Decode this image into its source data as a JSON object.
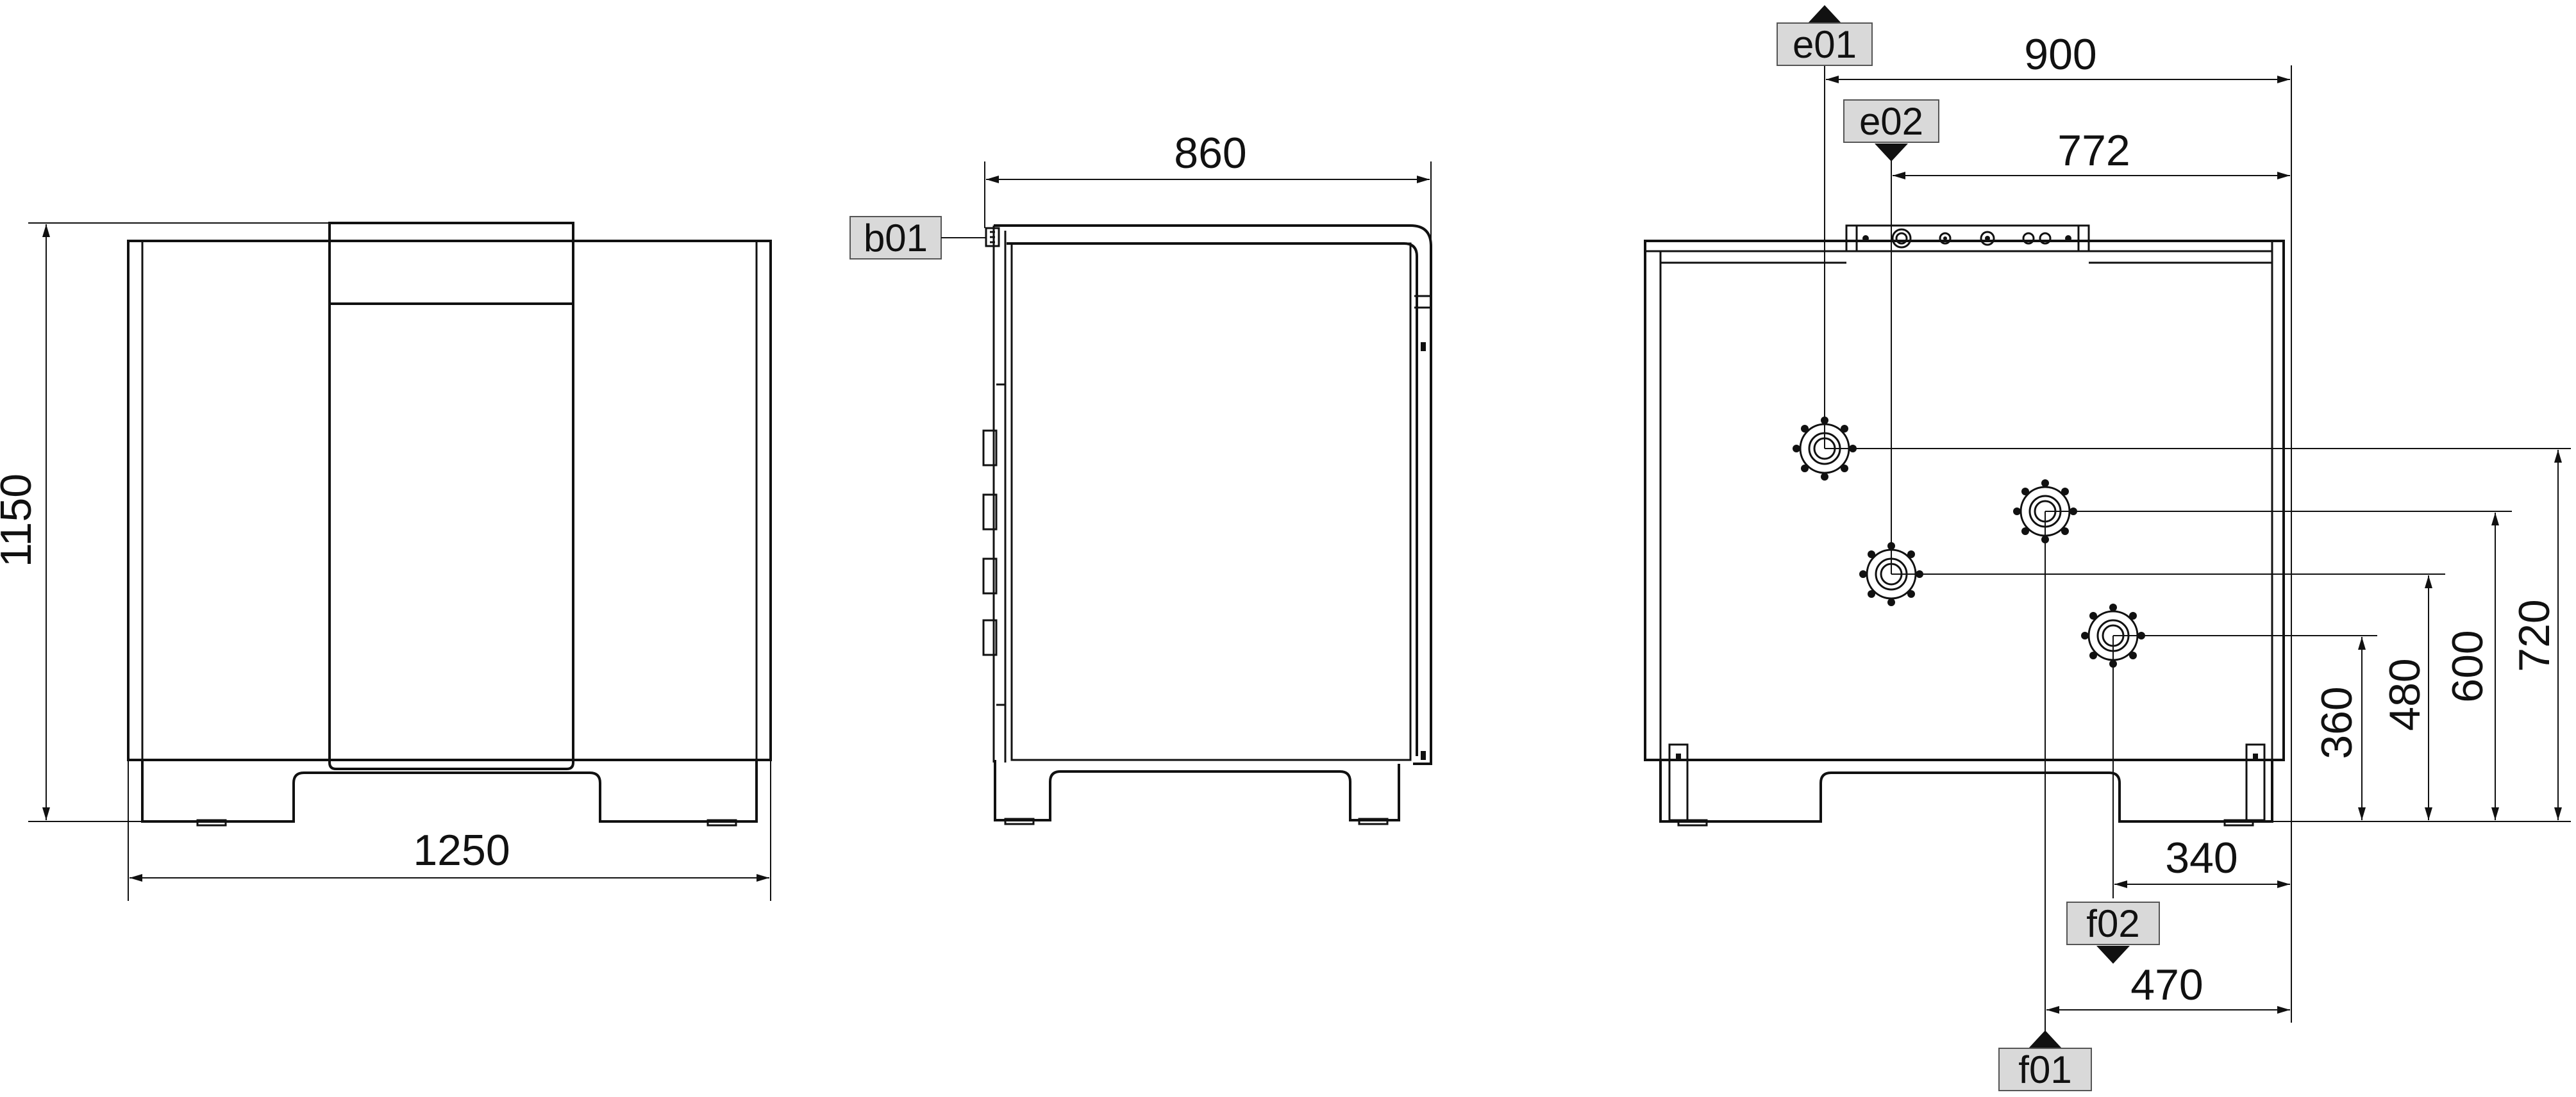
{
  "dimensions": {
    "front_height": "1150",
    "front_width": "1250",
    "side_depth": "860",
    "rear_e01": "900",
    "rear_e02": "772",
    "rear_h720": "720",
    "rear_h600": "600",
    "rear_h480": "480",
    "rear_h360": "360",
    "rear_f02": "340",
    "rear_f01": "470"
  },
  "tags": {
    "b01": "b01",
    "e01": "e01",
    "e02": "e02",
    "f01": "f01",
    "f02": "f02"
  },
  "colors": {
    "line": "#111111",
    "tag_fill": "#d9d9d9",
    "background": "#ffffff"
  }
}
